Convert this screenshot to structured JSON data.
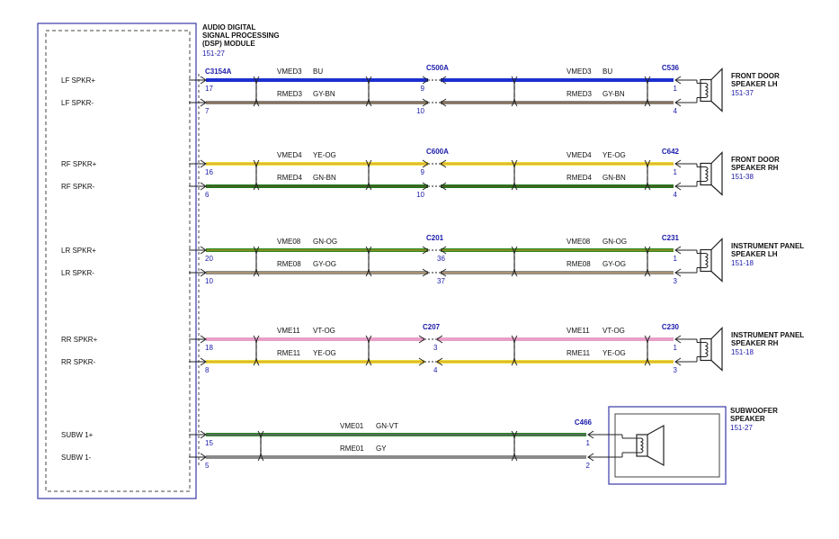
{
  "module": {
    "title_lines": [
      "AUDIO DIGITAL",
      "SIGNAL PROCESSING",
      "(DSP) MODULE"
    ],
    "ref": "151-27",
    "connector": "C3154A",
    "pins": [
      "LF SPKR+",
      "LF SPKR-",
      "RF SPKR+",
      "RF SPKR-",
      "LR SPKR+",
      "LR SPKR-",
      "RR SPKR+",
      "RR SPKR-",
      "SUBW 1+",
      "SUBW 1-"
    ]
  },
  "circuits": [
    {
      "inline_connector": "C500A",
      "speaker_connector": "C536",
      "speaker_lines": [
        "FRONT DOOR",
        "SPEAKER LH"
      ],
      "speaker_ref": "151-37",
      "wires": [
        {
          "pin_module": "17",
          "pin_inline_left": "9",
          "pin_inline_right": "",
          "pin_speaker": "1",
          "circuit_left": "VMED3",
          "color_left": "BU",
          "circuit_right": "VMED3",
          "color_right": "BU",
          "stroke": "#1c2fd1",
          "stripe": ""
        },
        {
          "pin_module": "7",
          "pin_inline_left": "10",
          "pin_inline_right": "",
          "pin_speaker": "4",
          "circuit_left": "RMED3",
          "color_left": "GY-BN",
          "circuit_right": "RMED3",
          "color_right": "GY-BN",
          "stroke": "#8a8a8a",
          "stripe": "#8b5a2b"
        }
      ]
    },
    {
      "inline_connector": "C600A",
      "speaker_connector": "C642",
      "speaker_lines": [
        "FRONT DOOR",
        "SPEAKER RH"
      ],
      "speaker_ref": "151-38",
      "wires": [
        {
          "pin_module": "16",
          "pin_inline_left": "9",
          "pin_inline_right": "",
          "pin_speaker": "1",
          "circuit_left": "VMED4",
          "color_left": "YE-OG",
          "circuit_right": "VMED4",
          "color_right": "YE-OG",
          "stroke": "#e6e23a",
          "stripe": "#e08a2a"
        },
        {
          "pin_module": "6",
          "pin_inline_left": "10",
          "pin_inline_right": "",
          "pin_speaker": "4",
          "circuit_left": "RMED4",
          "color_left": "GN-BN",
          "circuit_right": "RMED4",
          "color_right": "GN-BN",
          "stroke": "#1f7a1f",
          "stripe": "#6b4a1f"
        }
      ]
    },
    {
      "inline_connector": "C201",
      "speaker_connector": "C231",
      "speaker_lines": [
        "INSTRUMENT PANEL",
        "SPEAKER LH"
      ],
      "speaker_ref": "151-18",
      "wires": [
        {
          "pin_module": "20",
          "pin_inline_left": "",
          "pin_inline_right": "36",
          "pin_speaker": "1",
          "circuit_left": "VME08",
          "color_left": "GN-OG",
          "circuit_right": "VME08",
          "color_right": "GN-OG",
          "stroke": "#2a8a1e",
          "stripe": "#e08a2a"
        },
        {
          "pin_module": "10",
          "pin_inline_left": "",
          "pin_inline_right": "37",
          "pin_speaker": "3",
          "circuit_left": "RME08",
          "color_left": "GY-OG",
          "circuit_right": "RME08",
          "color_right": "GY-OG",
          "stroke": "#8a8a8a",
          "stripe": "#c89a5a"
        }
      ]
    },
    {
      "inline_connector": "C207",
      "speaker_connector": "C230",
      "speaker_lines": [
        "INSTRUMENT PANEL",
        "SPEAKER RH"
      ],
      "speaker_ref": "151-18",
      "wires": [
        {
          "pin_module": "18",
          "pin_inline_left": "",
          "pin_inline_right": "3",
          "pin_speaker": "1",
          "circuit_left": "VME11",
          "color_left": "VT-OG",
          "circuit_right": "VME11",
          "color_right": "VT-OG",
          "stroke": "#e9a0c8",
          "stripe": ""
        },
        {
          "pin_module": "8",
          "pin_inline_left": "",
          "pin_inline_right": "4",
          "pin_speaker": "3",
          "circuit_left": "RME11",
          "color_left": "YE-OG",
          "circuit_right": "RME11",
          "color_right": "YE-OG",
          "stroke": "#e6e23a",
          "stripe": "#e08a2a"
        }
      ]
    },
    {
      "inline_connector": "",
      "speaker_connector": "C466",
      "speaker_lines": [
        "SUBWOOFER",
        "SPEAKER"
      ],
      "speaker_ref": "151-27",
      "wires": [
        {
          "pin_module": "15",
          "pin_inline_left": "",
          "pin_inline_right": "",
          "pin_speaker": "1",
          "circuit_left": "VME01",
          "color_left": "GN-VT",
          "circuit_right": "",
          "color_right": "",
          "stroke": "#2a8a1e",
          "stripe": "#8844aa"
        },
        {
          "pin_module": "5",
          "pin_inline_left": "",
          "pin_inline_right": "",
          "pin_speaker": "2",
          "circuit_left": "RME01",
          "color_left": "GY",
          "circuit_right": "",
          "color_right": "",
          "stroke": "#8a8a8a",
          "stripe": ""
        }
      ]
    }
  ]
}
